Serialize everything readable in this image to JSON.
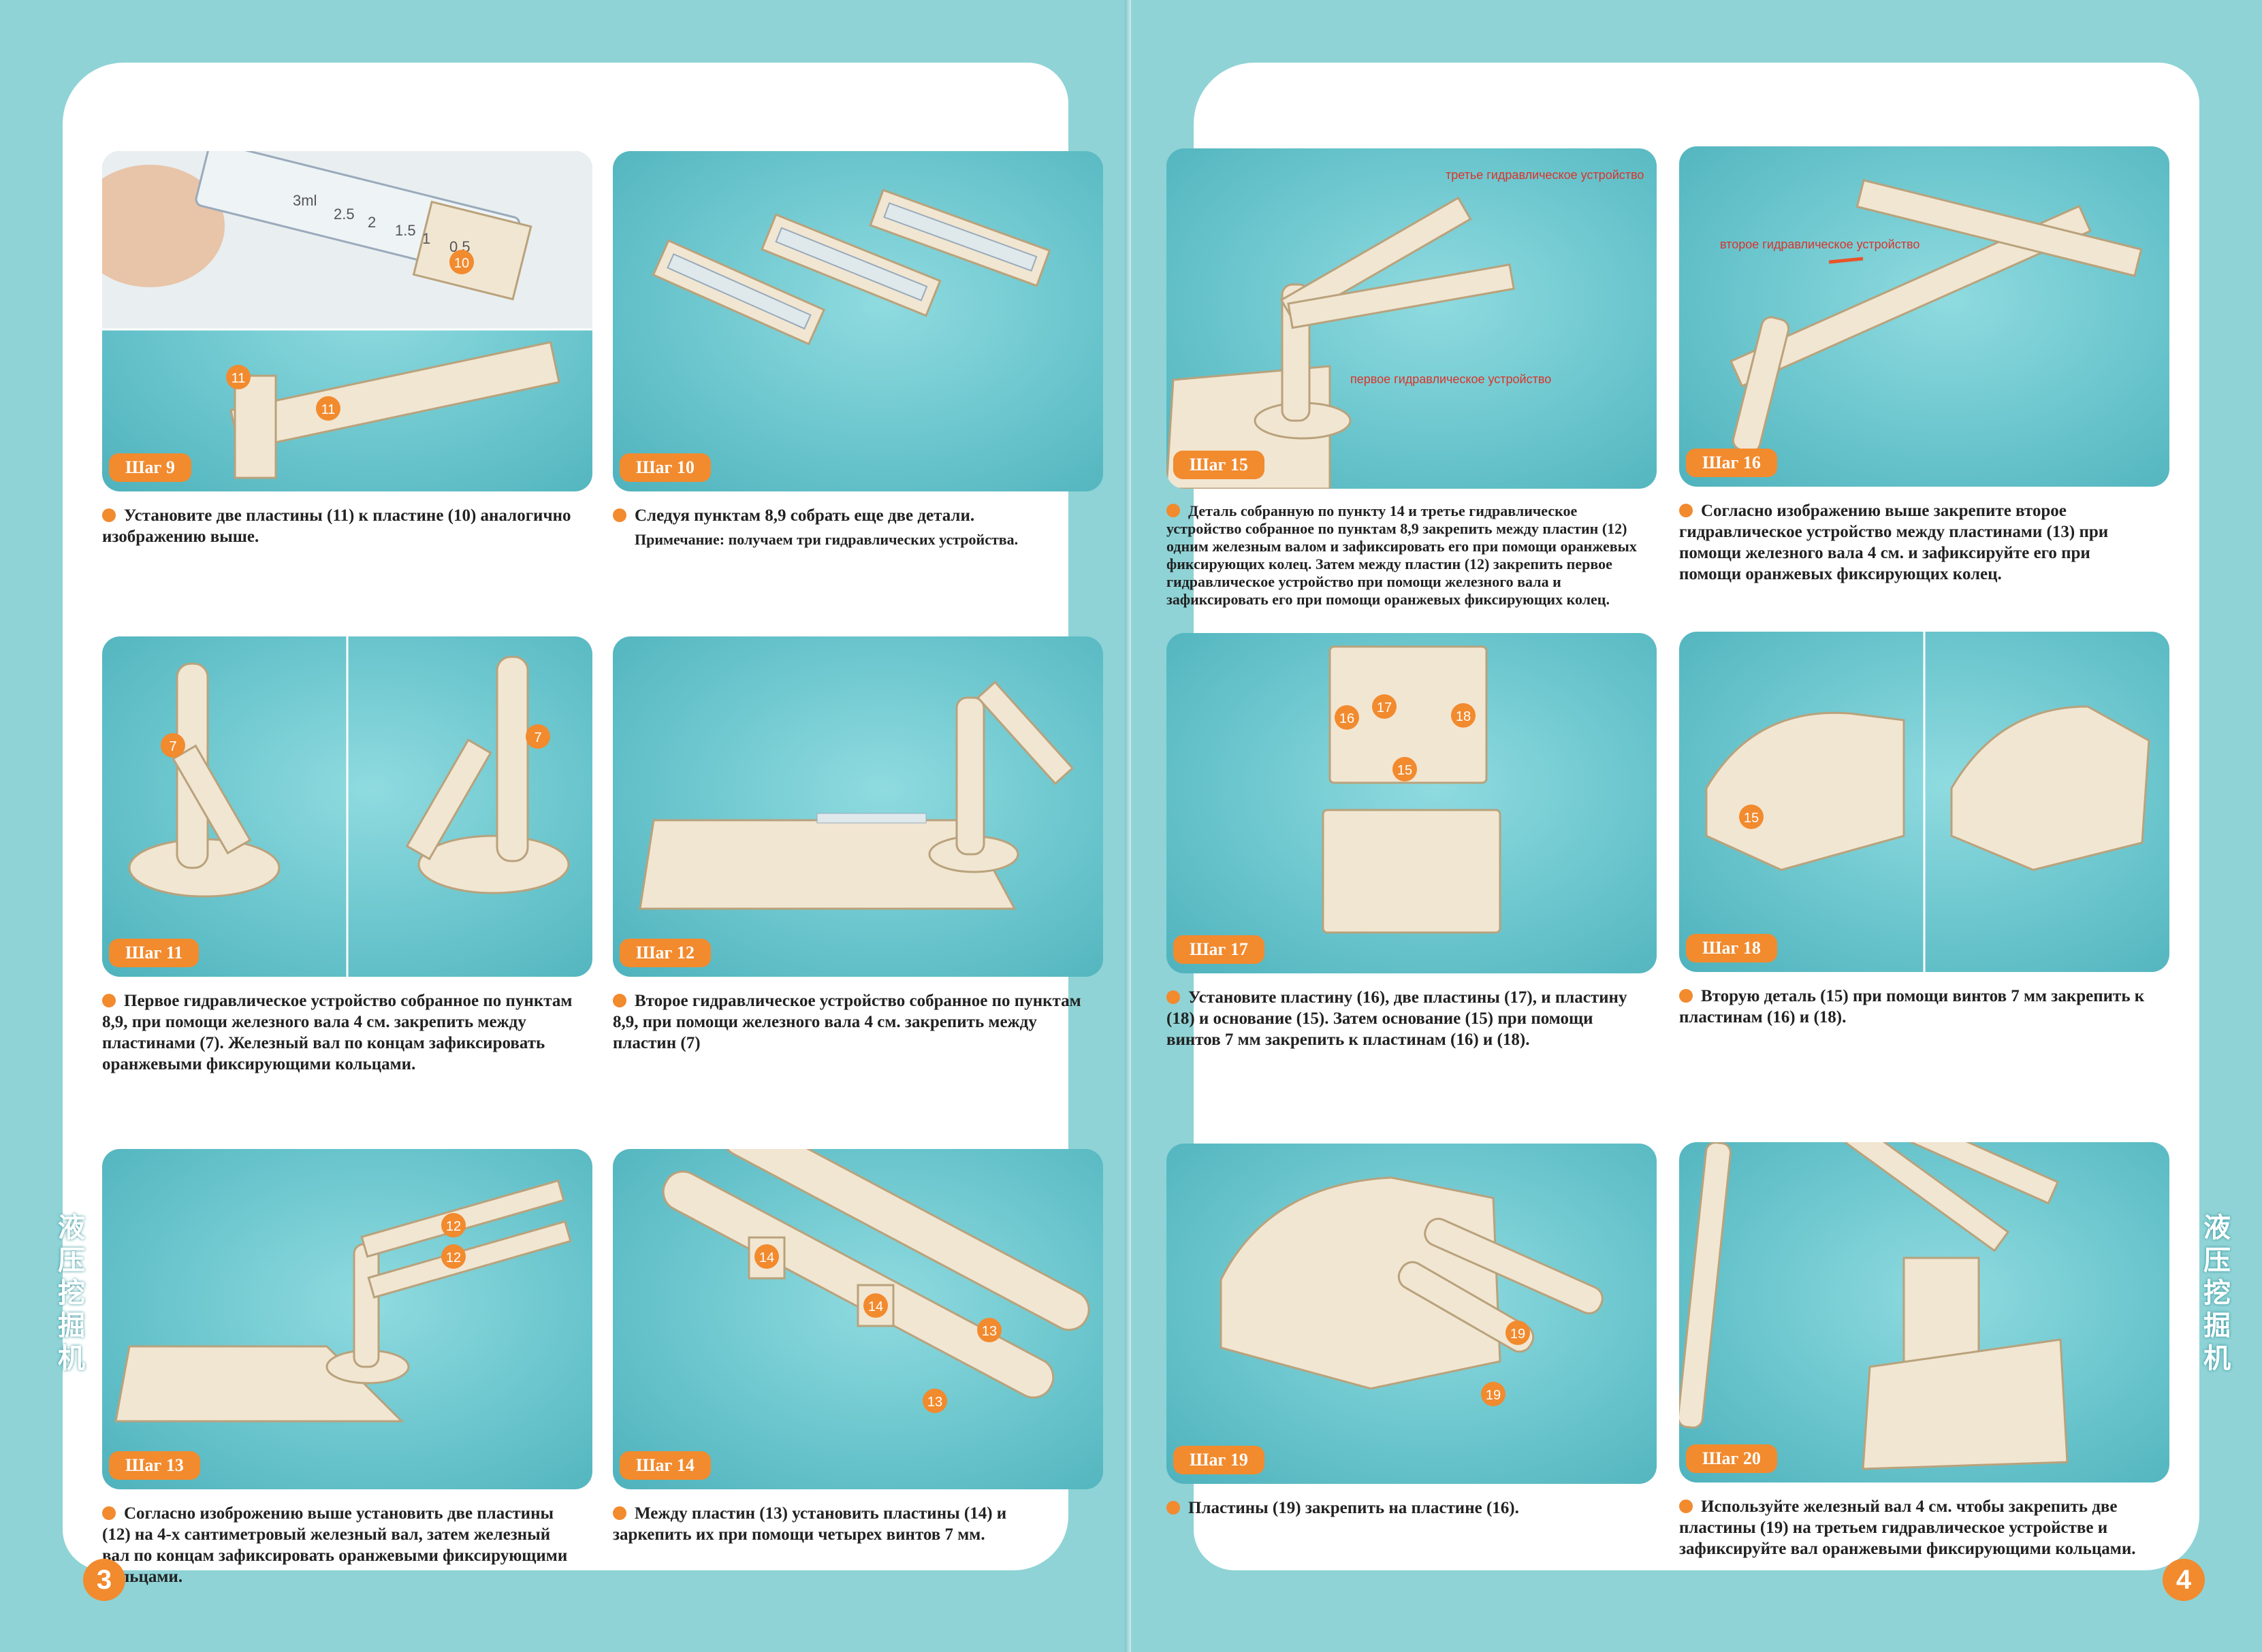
{
  "colors": {
    "accent": "#f28a2e",
    "background": "#8fd3d6",
    "photo": "#67c3cb",
    "wood": "#f1e6d2"
  },
  "side_title": "液压挖掘机",
  "pages": {
    "left_number": "3",
    "right_number": "4"
  },
  "steps": {
    "s9": {
      "tag": "Шаг 9",
      "caption": "Установите две пластины (11) к пластине (10) аналогично изображению выше.",
      "badges": [
        "10",
        "11",
        "11"
      ],
      "syringe_marks": [
        "3ml",
        "2.5",
        "2",
        "1.5",
        "1",
        "0.5"
      ]
    },
    "s10": {
      "tag": "Шаг 10",
      "caption": "Следуя пунктам 8,9 собрать еще две детали.",
      "note": "Примечание: получаем три гидравлических устройства."
    },
    "s15": {
      "tag": "Шаг 15",
      "caption": "Деталь собранную по пункту 14 и третье гидравлическое устройство собранное по пунктам 8,9 закрепить между пластин (12) одним железным валом и зафиксировать его при помощи оранжевых фиксирующих колец. Затем между пластин (12) закрепить первое гидравлическое устройство при помощи железного вала и зафиксировать его при помощи оранжевых фиксирующих колец.",
      "label_third": "третье гидравлическое устройство",
      "label_first": "первое гидравлическое устройство"
    },
    "s16": {
      "tag": "Шаг 16",
      "caption": "Согласно изображению выше закрепите второе гидравлическое устройство между пластинами (13) при помощи железного вала 4 см. и зафиксируйте его при помощи оранжевых фиксирующих колец.",
      "label_second": "второе гидравлическое устройство"
    },
    "s11": {
      "tag": "Шаг 11",
      "caption": "Первое гидравлическое устройство собранное по пунктам 8,9, при помощи железного вала 4 см. закрепить между пластинами (7). Железный вал по концам зафиксировать оранжевыми фиксирующими кольцами.",
      "badges": [
        "7",
        "7"
      ]
    },
    "s12": {
      "tag": "Шаг 12",
      "caption": "Второе гидравлическое устройство собранное по пунктам 8,9, при помощи железного вала 4 см. закрепить между пластин (7)"
    },
    "s17": {
      "tag": "Шаг 17",
      "caption": "Установите пластину (16), две пластины (17), и пластину (18) и основание (15). Затем основание (15) при помощи винтов 7 мм закрепить к пластинам (16) и (18).",
      "badges": [
        "16",
        "17",
        "18",
        "15"
      ]
    },
    "s18": {
      "tag": "Шаг 18",
      "caption": "Вторую деталь (15) при помощи винтов 7 мм закрепить к пластинам (16) и (18).",
      "badges": [
        "15"
      ]
    },
    "s13": {
      "tag": "Шаг 13",
      "caption": "Согласно изоброжению выше установить две пластины (12) на 4-х сантиметровый железный вал, затем железный вал по концам зафиксировать оранжевыми фиксирующими кольцами.",
      "badges": [
        "12",
        "12"
      ]
    },
    "s14": {
      "tag": "Шаг 14",
      "caption": "Между пластин (13) установить пластины (14) и заркепить их при помощи четырех винтов 7 мм.",
      "badges": [
        "14",
        "14",
        "13",
        "13"
      ]
    },
    "s19": {
      "tag": "Шаг 19",
      "caption": "Пластины (19) закрепить на пластине (16).",
      "badges": [
        "19",
        "19"
      ]
    },
    "s20": {
      "tag": "Шаг 20",
      "caption": "Используйте железный вал 4 см. чтобы закрепить две пластины (19) на третьем гидравлическое устройстве и зафиксируйте вал оранжевыми фиксирующими кольцами."
    }
  }
}
